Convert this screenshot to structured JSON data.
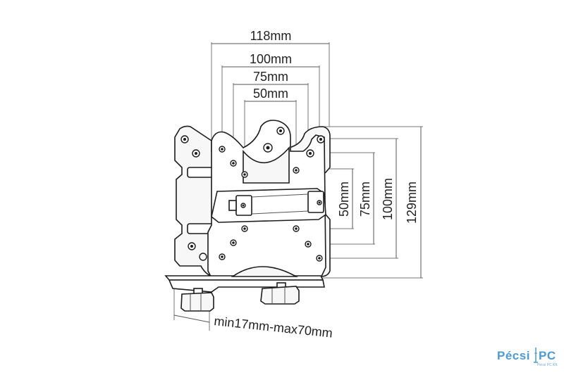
{
  "dimensions": {
    "top_outer": "118mm",
    "top_100": "100mm",
    "top_75": "75mm",
    "top_50": "50mm",
    "right_50": "50mm",
    "right_75": "75mm",
    "right_100": "100mm",
    "right_129": "129mm",
    "clamp_range": "min17mm-max70mm"
  },
  "watermark": {
    "brand": "Pécsi",
    "brand_suffix": "PC",
    "tagline": "Pécsi PC Kft."
  }
}
